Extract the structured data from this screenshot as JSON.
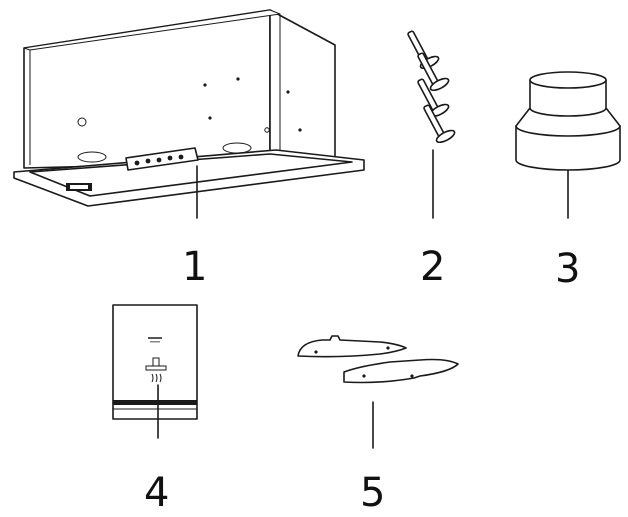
{
  "parts": [
    {
      "number": "1",
      "item": "hood-body"
    },
    {
      "number": "2",
      "item": "screws"
    },
    {
      "number": "3",
      "item": "duct-adapter"
    },
    {
      "number": "4",
      "item": "instruction-manual"
    },
    {
      "number": "5",
      "item": "filter-brackets"
    }
  ],
  "colors": {
    "line": "#1a1a1a",
    "background": "#ffffff"
  }
}
